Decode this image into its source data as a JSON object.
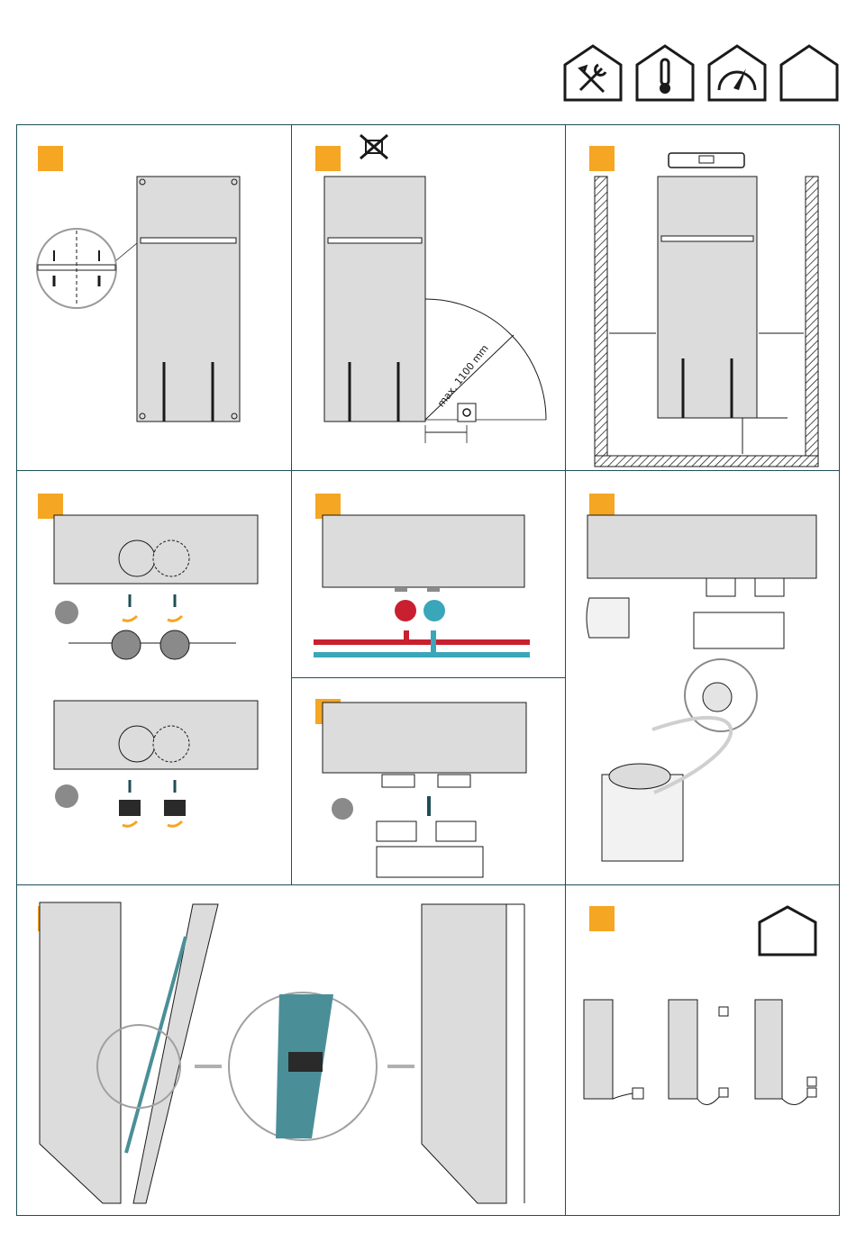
{
  "header": {
    "icons": [
      "tools-house-icon",
      "thermometer-house-icon",
      "gauge-house-icon",
      "empty-house-icon"
    ]
  },
  "steps": [
    {
      "id": 1,
      "marker_color": "#f5a623"
    },
    {
      "id": 2,
      "marker_color": "#f5a623",
      "dimension_label": "max. 1100 mm",
      "icon": "no-cross-icon"
    },
    {
      "id": 3,
      "marker_color": "#f5a623"
    },
    {
      "id": 4,
      "marker_color": "#f5a623"
    },
    {
      "id": 5,
      "marker_color": "#f5a623",
      "flow_colors": {
        "hot": "#c8202f",
        "cold": "#3aa6b9"
      }
    },
    {
      "id": 6,
      "marker_color": "#f5a623"
    },
    {
      "id": 7,
      "marker_color": "#f5a623"
    },
    {
      "id": 8,
      "marker_color": "#f5a623"
    },
    {
      "id": 9,
      "marker_color": "#f5a623",
      "icon": "empty-house-icon"
    }
  ],
  "colors": {
    "frame": "#1f4e56",
    "panel_fill": "#dcdcdc",
    "accent": "#f5a623",
    "cable": "#4a8f98",
    "arrow": "#f5a623",
    "dark_arrow": "#1f4e56"
  }
}
